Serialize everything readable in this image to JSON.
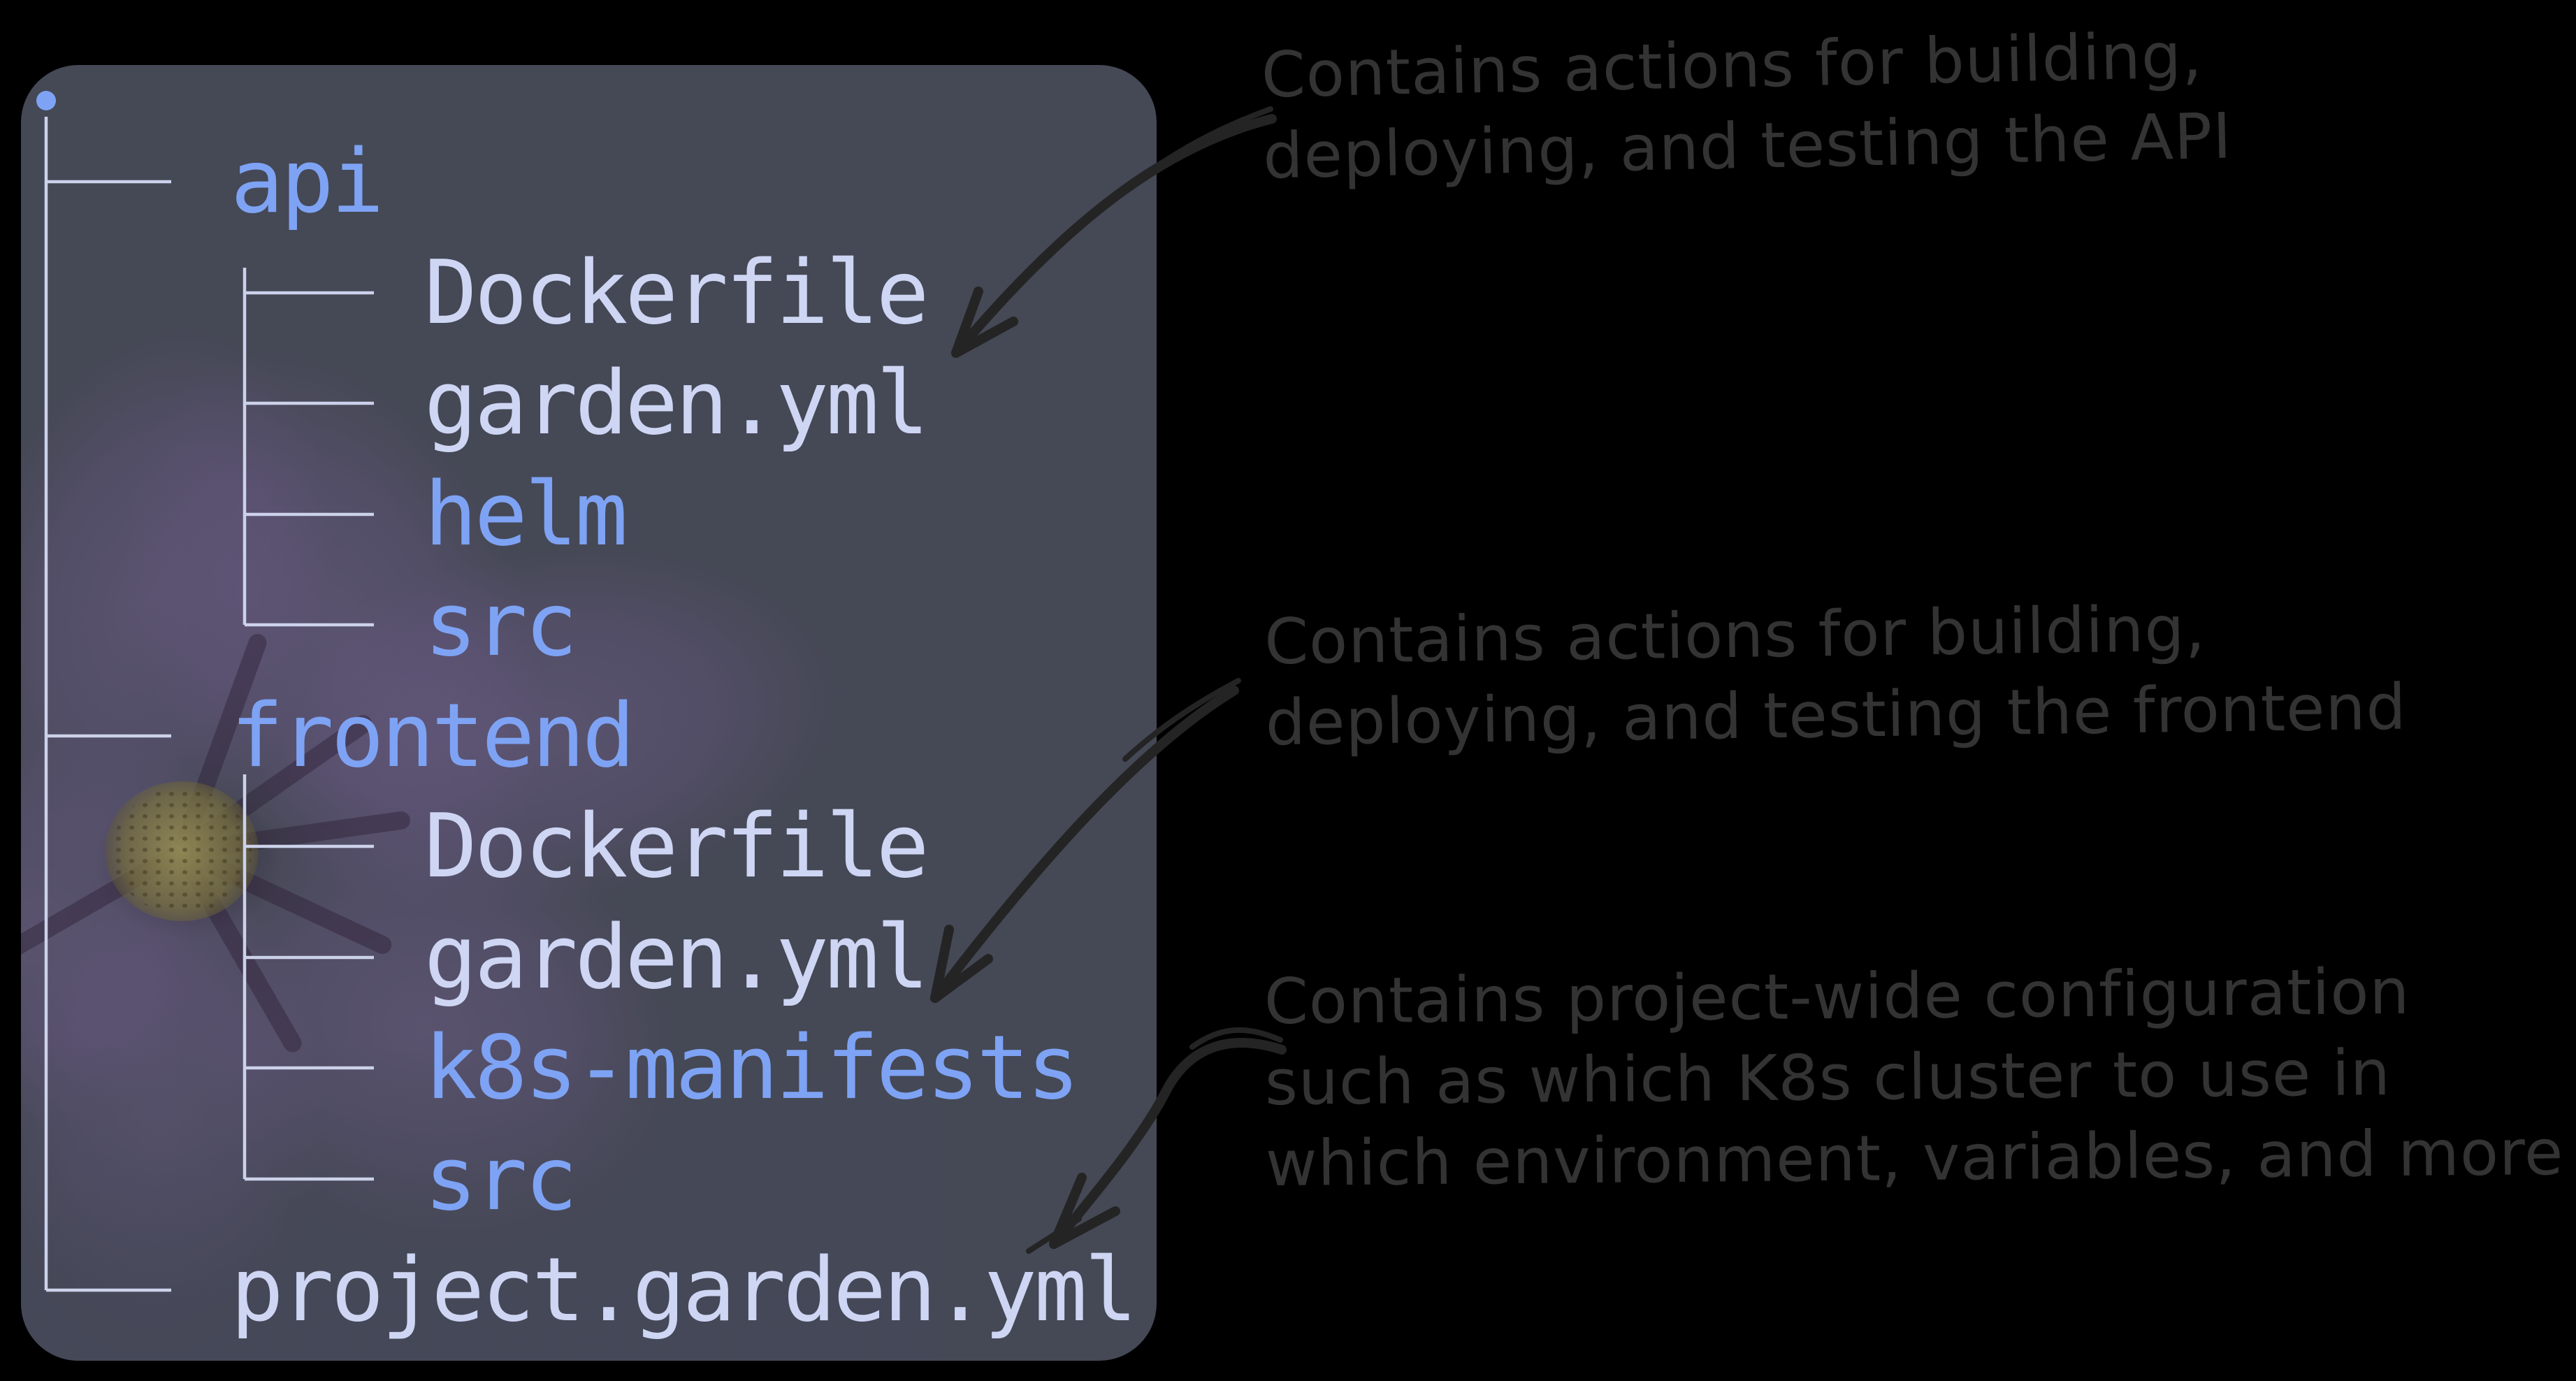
{
  "panel": {
    "bg_color": "#454855",
    "tree": {
      "root_dot": "•",
      "rows": [
        {
          "label": "api",
          "type": "dir",
          "level": 1
        },
        {
          "label": "Dockerfile",
          "type": "file",
          "level": 2
        },
        {
          "label": "garden.yml",
          "type": "file",
          "level": 2
        },
        {
          "label": "helm",
          "type": "dir",
          "level": 2
        },
        {
          "label": "src",
          "type": "dir",
          "level": 2
        },
        {
          "label": "frontend",
          "type": "dir",
          "level": 1
        },
        {
          "label": "Dockerfile",
          "type": "file",
          "level": 2
        },
        {
          "label": "garden.yml",
          "type": "file",
          "level": 2
        },
        {
          "label": "k8s-manifests",
          "type": "dir",
          "level": 2
        },
        {
          "label": "src",
          "type": "dir",
          "level": 2
        },
        {
          "label": "project.garden.yml",
          "type": "file",
          "level": 1
        }
      ]
    }
  },
  "annotations": [
    {
      "target": "api/garden.yml",
      "lines": [
        "Contains actions for building,",
        "deploying, and testing the API"
      ]
    },
    {
      "target": "frontend/garden.yml",
      "lines": [
        "Contains actions for building,",
        "deploying, and testing the frontend"
      ]
    },
    {
      "target": "project.garden.yml",
      "lines": [
        "Contains project-wide configuration",
        "such as which K8s cluster to use in",
        "which environment, variables, and more"
      ]
    }
  ],
  "colors": {
    "page_bg": "#000000",
    "panel_bg": "#454855",
    "folder_text": "#7ea3f4",
    "file_text": "#ced6f4",
    "tree_line": "#ccd2ea",
    "root_dot": "#7ea3f4",
    "annotation_text": "#333333",
    "arrow": "#242424"
  }
}
